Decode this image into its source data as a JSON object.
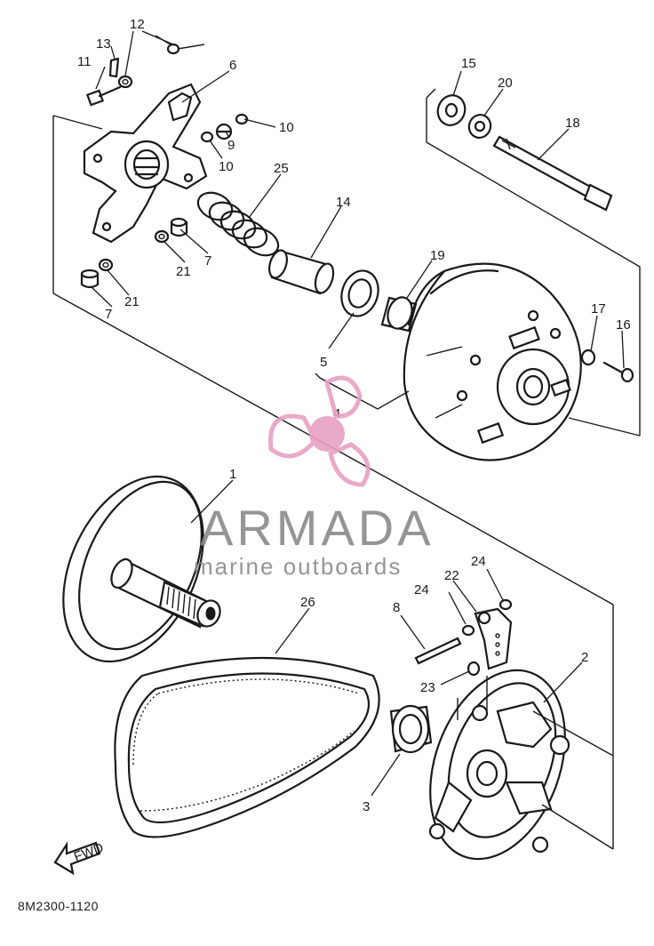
{
  "diagram": {
    "code": "8M2300-1120",
    "labels": [
      "1",
      "2",
      "3",
      "4",
      "5",
      "6",
      "7",
      "7",
      "8",
      "9",
      "10",
      "10",
      "11",
      "12",
      "13",
      "14",
      "15",
      "16",
      "17",
      "18",
      "19",
      "20",
      "21",
      "21",
      "22",
      "23",
      "24",
      "24",
      "25",
      "26"
    ],
    "front_marker": "FWD"
  },
  "watermark": {
    "brand": "ARMADA",
    "tagline": "marine outboards",
    "colors": {
      "logo": "#e8a0c4",
      "text": "#8a8a8a"
    }
  }
}
